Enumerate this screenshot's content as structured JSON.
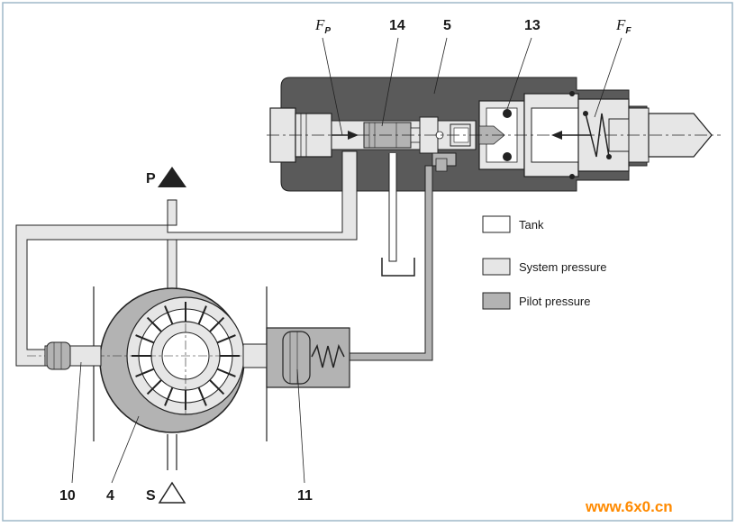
{
  "labels": {
    "fp": "F",
    "fp_sub": "P",
    "ff": "F",
    "ff_sub": "F",
    "n14": "14",
    "n5": "5",
    "n13": "13",
    "n10": "10",
    "n4": "4",
    "n11": "11",
    "p": "P",
    "s": "S"
  },
  "legend": [
    {
      "label": "Tank",
      "color": "#ffffff"
    },
    {
      "label": "System pressure",
      "color": "#e6e6e6"
    },
    {
      "label": "Pilot pressure",
      "color": "#b3b3b3"
    }
  ],
  "watermark": "www.6x0.cn",
  "colors": {
    "frame": "#9fb9c9",
    "body_dark": "#5a5a5a",
    "system": "#e6e6e6",
    "pilot": "#b3b3b3",
    "line": "#222222"
  }
}
